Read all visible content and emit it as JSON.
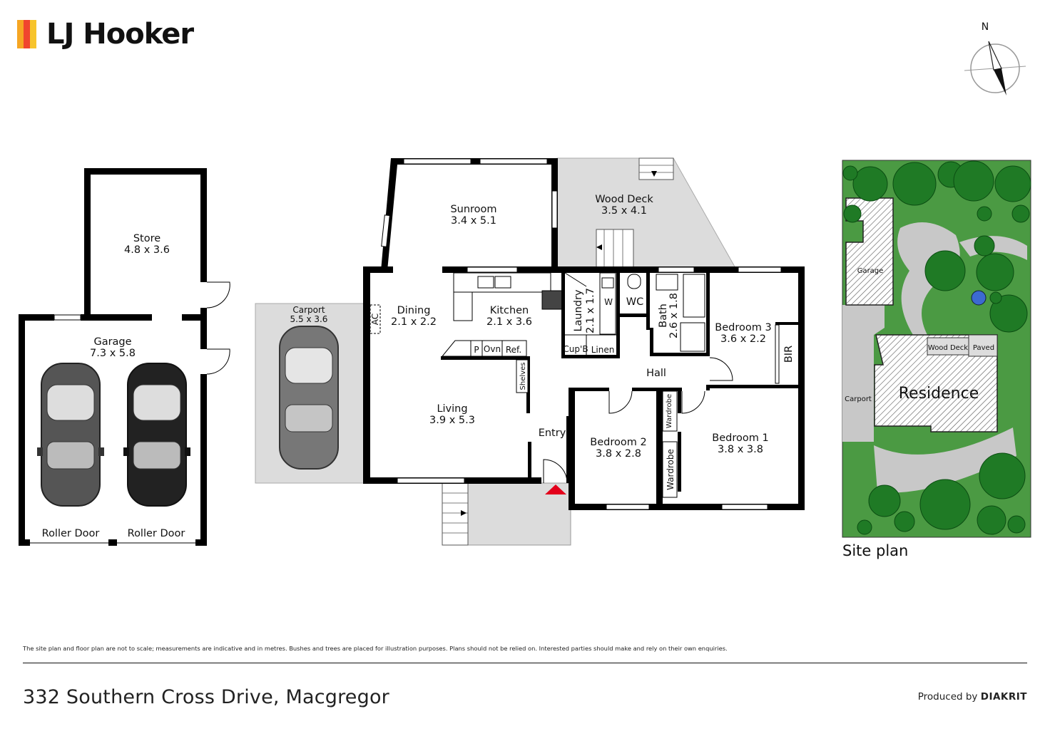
{
  "brand": {
    "name": "LJ Hooker",
    "colors": [
      "#f6a623",
      "#f0452e",
      "#f7c42c"
    ]
  },
  "compass": {
    "label": "N"
  },
  "rooms": {
    "store": {
      "name": "Store",
      "dims": "4.8 x 3.6"
    },
    "garage": {
      "name": "Garage",
      "dims": "7.3 x 5.8"
    },
    "roller_door_1": "Roller Door",
    "roller_door_2": "Roller Door",
    "carport": {
      "name": "Carport",
      "dims": "5.5 x 3.6"
    },
    "sunroom": {
      "name": "Sunroom",
      "dims": "3.4 x 5.1"
    },
    "wood_deck": {
      "name": "Wood Deck",
      "dims": "3.5 x 4.1"
    },
    "dining": {
      "name": "Dining",
      "dims": "2.1 x 2.2"
    },
    "kitchen": {
      "name": "Kitchen",
      "dims": "2.1 x 3.6"
    },
    "laundry": {
      "name": "Laundry",
      "dims": "2.1 x 1.7"
    },
    "bath": {
      "name": "Bath",
      "dims": "2.6 x 1.8"
    },
    "bedroom3": {
      "name": "Bedroom 3",
      "dims": "3.6 x 2.2"
    },
    "living": {
      "name": "Living",
      "dims": "3.9 x 5.3"
    },
    "bedroom2": {
      "name": "Bedroom 2",
      "dims": "3.8 x 2.8"
    },
    "bedroom1": {
      "name": "Bedroom 1",
      "dims": "3.8 x 3.8"
    }
  },
  "fixtures": {
    "ac": "AC",
    "w": "W",
    "wc": "WC",
    "p": "P",
    "ovn": "Ovn",
    "ref": "Ref.",
    "cupb": "Cup'B",
    "linen": "Linen",
    "shelves": "Shelves",
    "hall": "Hall",
    "entry": "Entry",
    "bir": "BIR",
    "wardrobe_1": "Wardrobe",
    "wardrobe_2": "Wardrobe"
  },
  "site_plan": {
    "title": "Site plan",
    "garage": "Garage",
    "wood_deck": "Wood Deck",
    "paved": "Paved",
    "carport": "Carport",
    "residence": "Residence"
  },
  "footer": {
    "disclaimer": "The site plan and floor plan are not to scale; measurements are indicative and in metres. Bushes and trees are placed for illustration purposes. Plans should not be relied on. Interested parties should make and rely on their own enquiries.",
    "address": "332 Southern Cross Drive, Macgregor",
    "produced_by": "Produced by",
    "producer": "DIAKRIT"
  },
  "colors": {
    "wall": "#000000",
    "outdoor": "#dcdcdc",
    "grass": "#3f8f3a",
    "tree": "#1f7a25",
    "site_grey": "#c8c8c8"
  }
}
